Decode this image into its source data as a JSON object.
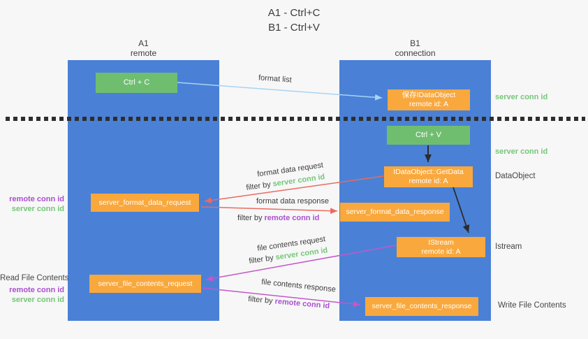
{
  "title": {
    "lines": [
      "A1 - Ctrl+C",
      "B1 - Ctrl+V"
    ]
  },
  "lanes": {
    "left": {
      "name": "A1",
      "role": "remote"
    },
    "right": {
      "name": "B1",
      "role": "connection"
    }
  },
  "nodes": {
    "ctrl_c": {
      "label": "Ctrl + C"
    },
    "save_dataobject": {
      "line1": "保存IDataObject",
      "line2": "remote id: A"
    },
    "ctrl_v": {
      "label": "Ctrl + V"
    },
    "getdata": {
      "line1": "IDataObject::GetData",
      "line2": "remote id: A"
    },
    "istream": {
      "line1": "IStream",
      "line2": "remote id: A"
    },
    "format_request": {
      "label": "server_format_data_request"
    },
    "format_response": {
      "label": "server_format_data_response"
    },
    "file_request": {
      "label": "server_file_contents_request"
    },
    "file_response": {
      "label": "server_file_contents_response"
    }
  },
  "edge_labels": {
    "format_list": "format list",
    "format_data_request": {
      "text": "format data request",
      "filter_prefix": "filter by ",
      "filter_key": "server conn id"
    },
    "format_data_response": {
      "text": "format data response",
      "filter_prefix": "filter by ",
      "filter_key": "remote conn id"
    },
    "file_contents_request": {
      "text": "file contents request",
      "filter_prefix": "filter by ",
      "filter_key": "server conn id"
    },
    "file_contents_response": {
      "text": "file contents response",
      "filter_prefix": "filter by ",
      "filter_key": "remote conn id"
    }
  },
  "side_labels": {
    "right_server_conn_id_1": "server conn id",
    "right_server_conn_id_2": "server conn id",
    "dataobject": "DataObject",
    "istream": "Istream",
    "write_file_contents": "Write File Contents",
    "left_remote_conn_id_1": "remote conn id",
    "left_server_conn_id_1": "server conn id",
    "read_file_contents": "Read File Contents",
    "left_remote_conn_id_2": "remote conn id",
    "left_server_conn_id_2": "server conn id"
  },
  "colors": {
    "lane_blue": "#4a81d6",
    "box_green": "#6fbe70",
    "box_orange": "#f9a83d",
    "arrow_light_blue": "#a6d4f2",
    "arrow_red": "#e96b60",
    "arrow_magenta": "#c457c9",
    "arrow_black": "#2b2b2b",
    "label_green": "#74c678",
    "label_purple": "#aa4fd0",
    "text_dark": "#3d3d3d"
  }
}
